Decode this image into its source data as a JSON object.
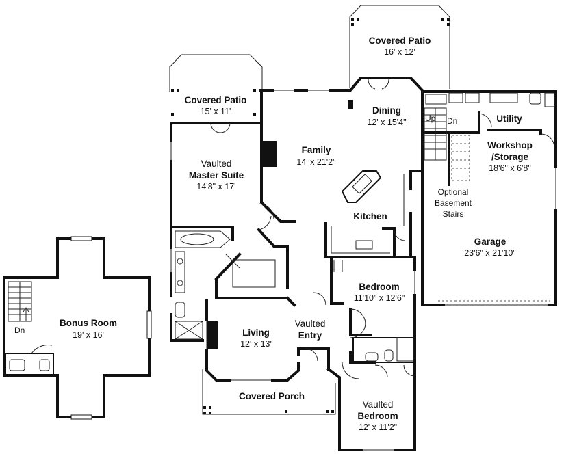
{
  "rooms": {
    "bonus_room": {
      "name": "Bonus Room",
      "dims": "19' x 16'"
    },
    "covered_patio_left": {
      "name": "Covered Patio",
      "dims": "15' x 11'"
    },
    "covered_patio_top": {
      "name": "Covered Patio",
      "dims": "16' x 12'"
    },
    "master_suite": {
      "line1": "Vaulted",
      "line2": "Master Suite",
      "dims": "14'8\" x 17'"
    },
    "family": {
      "name": "Family",
      "dims": "14' x 21'2\""
    },
    "dining": {
      "name": "Dining",
      "dims": "12' x 15'4\""
    },
    "kitchen": {
      "name": "Kitchen"
    },
    "utility": {
      "name": "Utility"
    },
    "workshop": {
      "line1": "Workshop",
      "line2": "/Storage",
      "dims": "18'6\" x 6'8\""
    },
    "basement_stairs": {
      "line1": "Optional",
      "line2": "Basement",
      "line3": "Stairs"
    },
    "garage": {
      "name": "Garage",
      "dims": "23'6\" x 21'10\""
    },
    "bedroom": {
      "name": "Bedroom",
      "dims": "11'10\" x 12'6\""
    },
    "living": {
      "name": "Living",
      "dims": "12' x 13'"
    },
    "entry": {
      "line1": "Vaulted",
      "line2": "Entry"
    },
    "covered_porch": {
      "name": "Covered Porch"
    },
    "vaulted_bedroom": {
      "line1": "Vaulted",
      "line2": "Bedroom",
      "dims": "12' x 11'2\""
    }
  },
  "stairs": {
    "bonus_down": "Dn",
    "main_up": "Up",
    "main_down": "Dn"
  }
}
